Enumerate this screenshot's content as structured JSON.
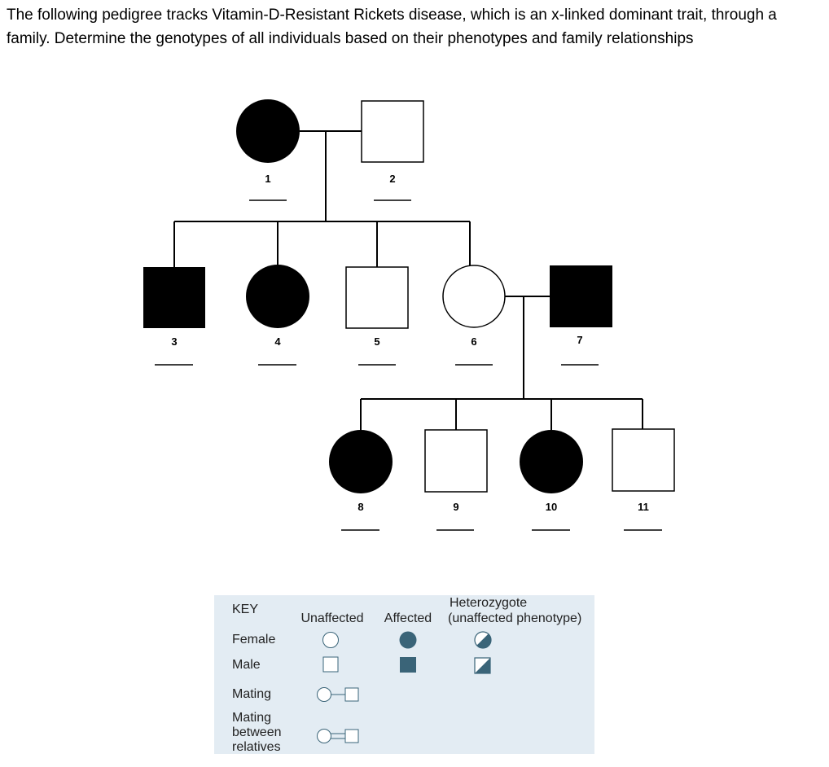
{
  "question": "The following pedigree tracks Vitamin-D-Resistant Rickets disease, which is an x-linked dominant trait, through a family. Determine the genotypes of all individuals based on their phenotypes and family relationships",
  "pedigree": {
    "individuals": [
      {
        "id": "1",
        "sex": "female",
        "phenotype": "affected",
        "genotype_blank": ""
      },
      {
        "id": "2",
        "sex": "male",
        "phenotype": "unaffected",
        "genotype_blank": ""
      },
      {
        "id": "3",
        "sex": "male",
        "phenotype": "affected",
        "genotype_blank": ""
      },
      {
        "id": "4",
        "sex": "female",
        "phenotype": "affected",
        "genotype_blank": ""
      },
      {
        "id": "5",
        "sex": "male",
        "phenotype": "unaffected",
        "genotype_blank": ""
      },
      {
        "id": "6",
        "sex": "female",
        "phenotype": "unaffected",
        "genotype_blank": ""
      },
      {
        "id": "7",
        "sex": "male",
        "phenotype": "affected",
        "genotype_blank": ""
      },
      {
        "id": "8",
        "sex": "female",
        "phenotype": "affected",
        "genotype_blank": ""
      },
      {
        "id": "9",
        "sex": "male",
        "phenotype": "unaffected",
        "genotype_blank": ""
      },
      {
        "id": "10",
        "sex": "female",
        "phenotype": "affected",
        "genotype_blank": ""
      },
      {
        "id": "11",
        "sex": "male",
        "phenotype": "unaffected",
        "genotype_blank": ""
      }
    ],
    "matings": [
      {
        "partners": [
          "1",
          "2"
        ],
        "children": [
          "3",
          "4",
          "5",
          "6"
        ]
      },
      {
        "partners": [
          "6",
          "7"
        ],
        "children": [
          "8",
          "9",
          "10",
          "11"
        ]
      }
    ]
  },
  "key": {
    "title": "KEY",
    "col_unaffected": "Unaffected",
    "col_affected": "Affected",
    "col_heterozygote_line1": "Heterozygote",
    "col_heterozygote_line2": "(unaffected phenotype)",
    "row_female": "Female",
    "row_male": "Male",
    "row_mating": "Mating",
    "row_mating_relatives_line1": "Mating",
    "row_mating_relatives_line2": "between",
    "row_mating_relatives_line3": "relatives",
    "background_color": "#e3ecf3",
    "symbol_color": "#3a6478"
  }
}
